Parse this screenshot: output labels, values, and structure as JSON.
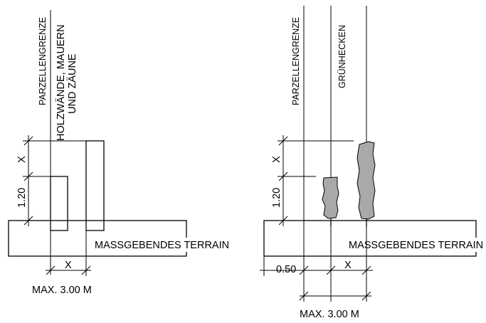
{
  "left_panel": {
    "boundary_label": "PARZELLENGRENZE",
    "wall_label_line1": "HOLZWÄNDE, MAUERN",
    "wall_label_line2": "UND ZÄUNE",
    "dim_x_vertical": "X",
    "dim_height": "1.20",
    "terrain_label": "MASSGEBENDES TERRAIN",
    "dim_x_horizontal": "X",
    "dim_max": "MAX. 3.00 M"
  },
  "right_panel": {
    "boundary_label": "PARZELLENGRENZE",
    "hedge_label": "GRÜNHECKEN",
    "dim_x_vertical": "X",
    "dim_height": "1.20",
    "terrain_label": "MASSGEBENDES TERRAIN",
    "dim_offset": "0.50",
    "dim_x_horizontal": "X",
    "dim_max": "MAX. 3.00 M"
  },
  "colors": {
    "line": "#000000",
    "hedge_fill": "#a9a9a9",
    "background": "#ffffff"
  }
}
